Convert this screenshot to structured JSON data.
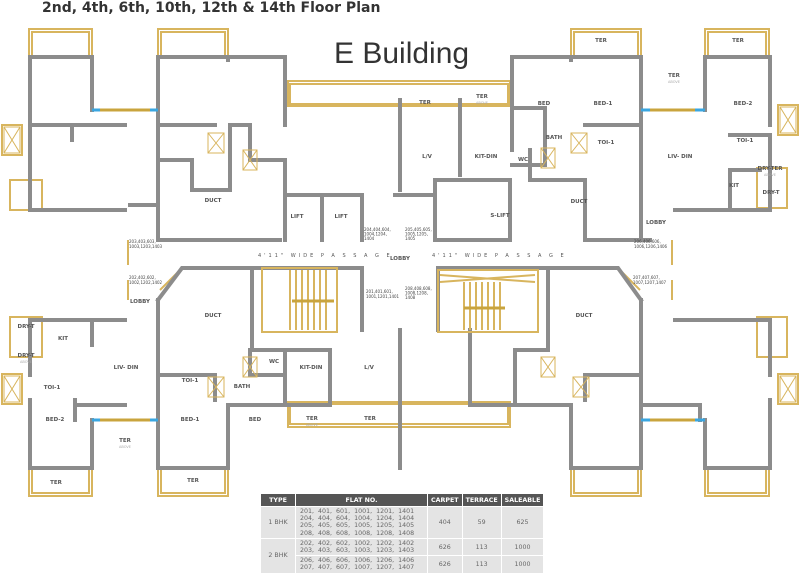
{
  "title": "2nd, 4th, 6th, 10th, 12th & 14th Floor Plan",
  "building": "E Building",
  "passage": "4'11\" WIDE  P A S S A G E",
  "rooms": {
    "top_right": [
      {
        "label": "TER"
      },
      {
        "label": "TER"
      },
      {
        "label": "TER",
        "sub": "ABOVE"
      },
      {
        "label": "BED"
      },
      {
        "label": "BED-1"
      },
      {
        "label": "BED-2"
      },
      {
        "label": "TER"
      },
      {
        "label": "TER",
        "sub": "ABOVE"
      },
      {
        "label": "BATH"
      },
      {
        "label": "TOI-1"
      },
      {
        "label": "TOI-1"
      },
      {
        "label": "L/V"
      },
      {
        "label": "KIT-DIN"
      },
      {
        "label": "WC"
      },
      {
        "label": "LIV- DIN"
      },
      {
        "label": "DRY-TER",
        "sub": "ABOVE"
      },
      {
        "label": "KIT"
      },
      {
        "label": "DRY-T"
      },
      {
        "label": "DUCT"
      },
      {
        "label": "S-LIFT"
      },
      {
        "label": "LOBBY"
      }
    ],
    "top_left": [
      {
        "label": "DUCT"
      },
      {
        "label": "LIFT"
      },
      {
        "label": "LIFT"
      }
    ],
    "center": [
      {
        "label": "LOBBY"
      }
    ],
    "bottom_left": [
      {
        "label": "LOBBY"
      },
      {
        "label": "DRY-T"
      },
      {
        "label": "KIT"
      },
      {
        "label": "DRY-T",
        "sub": "ABOVE"
      },
      {
        "label": "LIV- DIN"
      },
      {
        "label": "TOI-1"
      },
      {
        "label": "DUCT"
      },
      {
        "label": "WC"
      },
      {
        "label": "KIT-DIN"
      },
      {
        "label": "L/V"
      },
      {
        "label": "TOI-1"
      },
      {
        "label": "BATH"
      },
      {
        "label": "BED-2"
      },
      {
        "label": "BED-1"
      },
      {
        "label": "BED"
      },
      {
        "label": "TER",
        "sub": "ABOVE"
      },
      {
        "label": "TER",
        "sub": "ABOVE"
      },
      {
        "label": "TER"
      },
      {
        "label": "TER"
      },
      {
        "label": "TER"
      }
    ],
    "bottom_right": [
      {
        "label": "DUCT"
      }
    ]
  },
  "flat_tags": [
    [
      "203,403,603,",
      "1003,1203,1403"
    ],
    [
      "202,402,602,",
      "1002,1202,1402"
    ],
    [
      "204,404,604,",
      "1004,1204,",
      "1404"
    ],
    [
      "205,405,605,",
      "1005,1205,",
      "1405"
    ],
    [
      "206,406,606,",
      "1006,1206,1406"
    ],
    [
      "207,407,607,",
      "1007,1207,1407"
    ],
    [
      "201,401,601,",
      "1001,1201,1401"
    ],
    [
      "208,408,608,",
      "1008,1208,",
      "1408"
    ]
  ],
  "table": {
    "headers": [
      "TYPE",
      "FLAT NO.",
      "CARPET",
      "TERRACE",
      "SALEABLE"
    ],
    "rows": [
      {
        "type": "1 BHK",
        "flats": "201,  401,  601,  1001,  1201,  1401\n204,  404,  604,  1004,  1204,  1404\n205,  405,  605,  1005,  1205,  1405\n208,  408,  608,  1008,  1208,  1408",
        "carpet": "404",
        "terrace": "59",
        "saleable": "625"
      },
      {
        "type": "2 BHK",
        "flats": "202,  402,  602,  1002,  1202,  1402\n203,  403,  603,  1003,  1203,  1403",
        "carpet": "626",
        "terrace": "113",
        "saleable": "1000"
      },
      {
        "type": "",
        "flats": "206,  406,  606,  1006,  1206,  1406\n207,  407,  607,  1007,  1207,  1407",
        "carpet": "626",
        "terrace": "113",
        "saleable": "1000"
      }
    ]
  }
}
